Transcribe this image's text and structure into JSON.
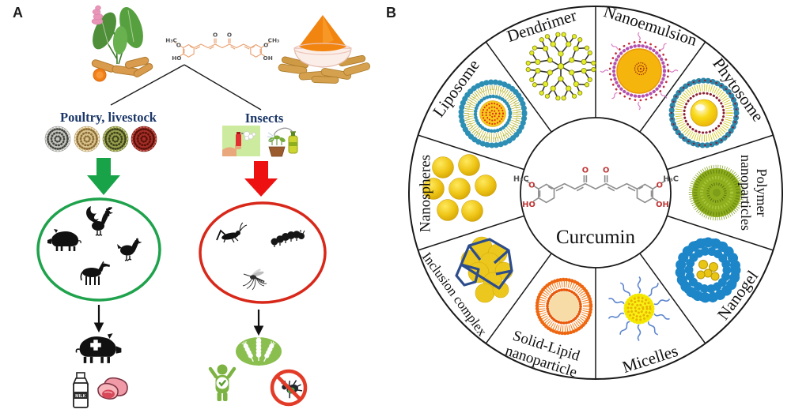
{
  "panel_a": {
    "label": "A",
    "branch_left_title": "Poultry, livestock",
    "branch_right_title": "Insects",
    "milk_label": "MILK",
    "molecule_labels": {
      "methyl_left": "H₃C",
      "o_methoxy_left": "O",
      "hydroxyl_left": "HO",
      "carbonyl_o_1": "O",
      "carbonyl_o_2": "O",
      "o_methoxy_right": "O",
      "methyl_right": "CH₃",
      "hydroxyl_right": "OH"
    },
    "icons": [
      "turmeric-plant-icon",
      "turmeric-powder-bowl-icon",
      "grain-sample-icon",
      "insecticide-spray-icon",
      "plant-sprayer-icon",
      "green-down-arrow-icon",
      "red-down-arrow-icon",
      "rooster-icon",
      "pig-icon",
      "hen-icon",
      "horse-icon",
      "grasshopper-icon",
      "caterpillar-icon",
      "mosquito-icon",
      "pig-health-cross-icon",
      "milk-bottle-icon",
      "meat-icon",
      "wheat-grain-icon",
      "healthy-person-check-icon",
      "no-pest-prohibition-icon"
    ],
    "colors": {
      "branch_title": "#1a3668",
      "green_arrow": "#18a349",
      "red_arrow": "#ee1111",
      "green_ellipse": "#1fa24c",
      "red_ellipse": "#d8281a",
      "molecule_stroke": "#e8a170"
    }
  },
  "panel_b": {
    "label": "B",
    "center_title": "Curcumin",
    "center_molecule_labels": {
      "methyl_left": "H₃C",
      "o_methoxy_left": "O",
      "hydroxyl_left": "HO",
      "carbonyl_o_1": "O",
      "carbonyl_o_2": "O",
      "o_methoxy_right": "O",
      "methyl_right": "H₃C",
      "hydroxyl_right": "OH"
    },
    "wheel_line_color": "#1a1a1a",
    "sectors": [
      {
        "id": "nanoemulsion",
        "label": "Nanoemulsion",
        "accent": "#f6b50c"
      },
      {
        "id": "phytosome",
        "label": "Phytosome",
        "accent": "#f0c810"
      },
      {
        "id": "polymer-nanoparticles",
        "label": "Polymer",
        "label2": "nanoparticles",
        "accent": "#8fae1e"
      },
      {
        "id": "nanogel",
        "label": "Nanogel",
        "accent": "#1c86c9"
      },
      {
        "id": "micelles",
        "label": "Micelles",
        "accent": "#f9f115"
      },
      {
        "id": "solid-lipid-nanoparticle",
        "label": "Solid-Lipid",
        "label2": "nanoparticle",
        "accent": "#f07020"
      },
      {
        "id": "inclusion-complex",
        "label": "Inclusion complex",
        "accent": "#ecc81e"
      },
      {
        "id": "nanospheres",
        "label": "Nanospheres",
        "accent": "#eecb1d"
      },
      {
        "id": "liposome",
        "label": "Liposome",
        "accent": "#2e8fb5"
      },
      {
        "id": "dendrimer",
        "label": "Dendrimer",
        "accent": "#e3ee2a"
      }
    ]
  }
}
